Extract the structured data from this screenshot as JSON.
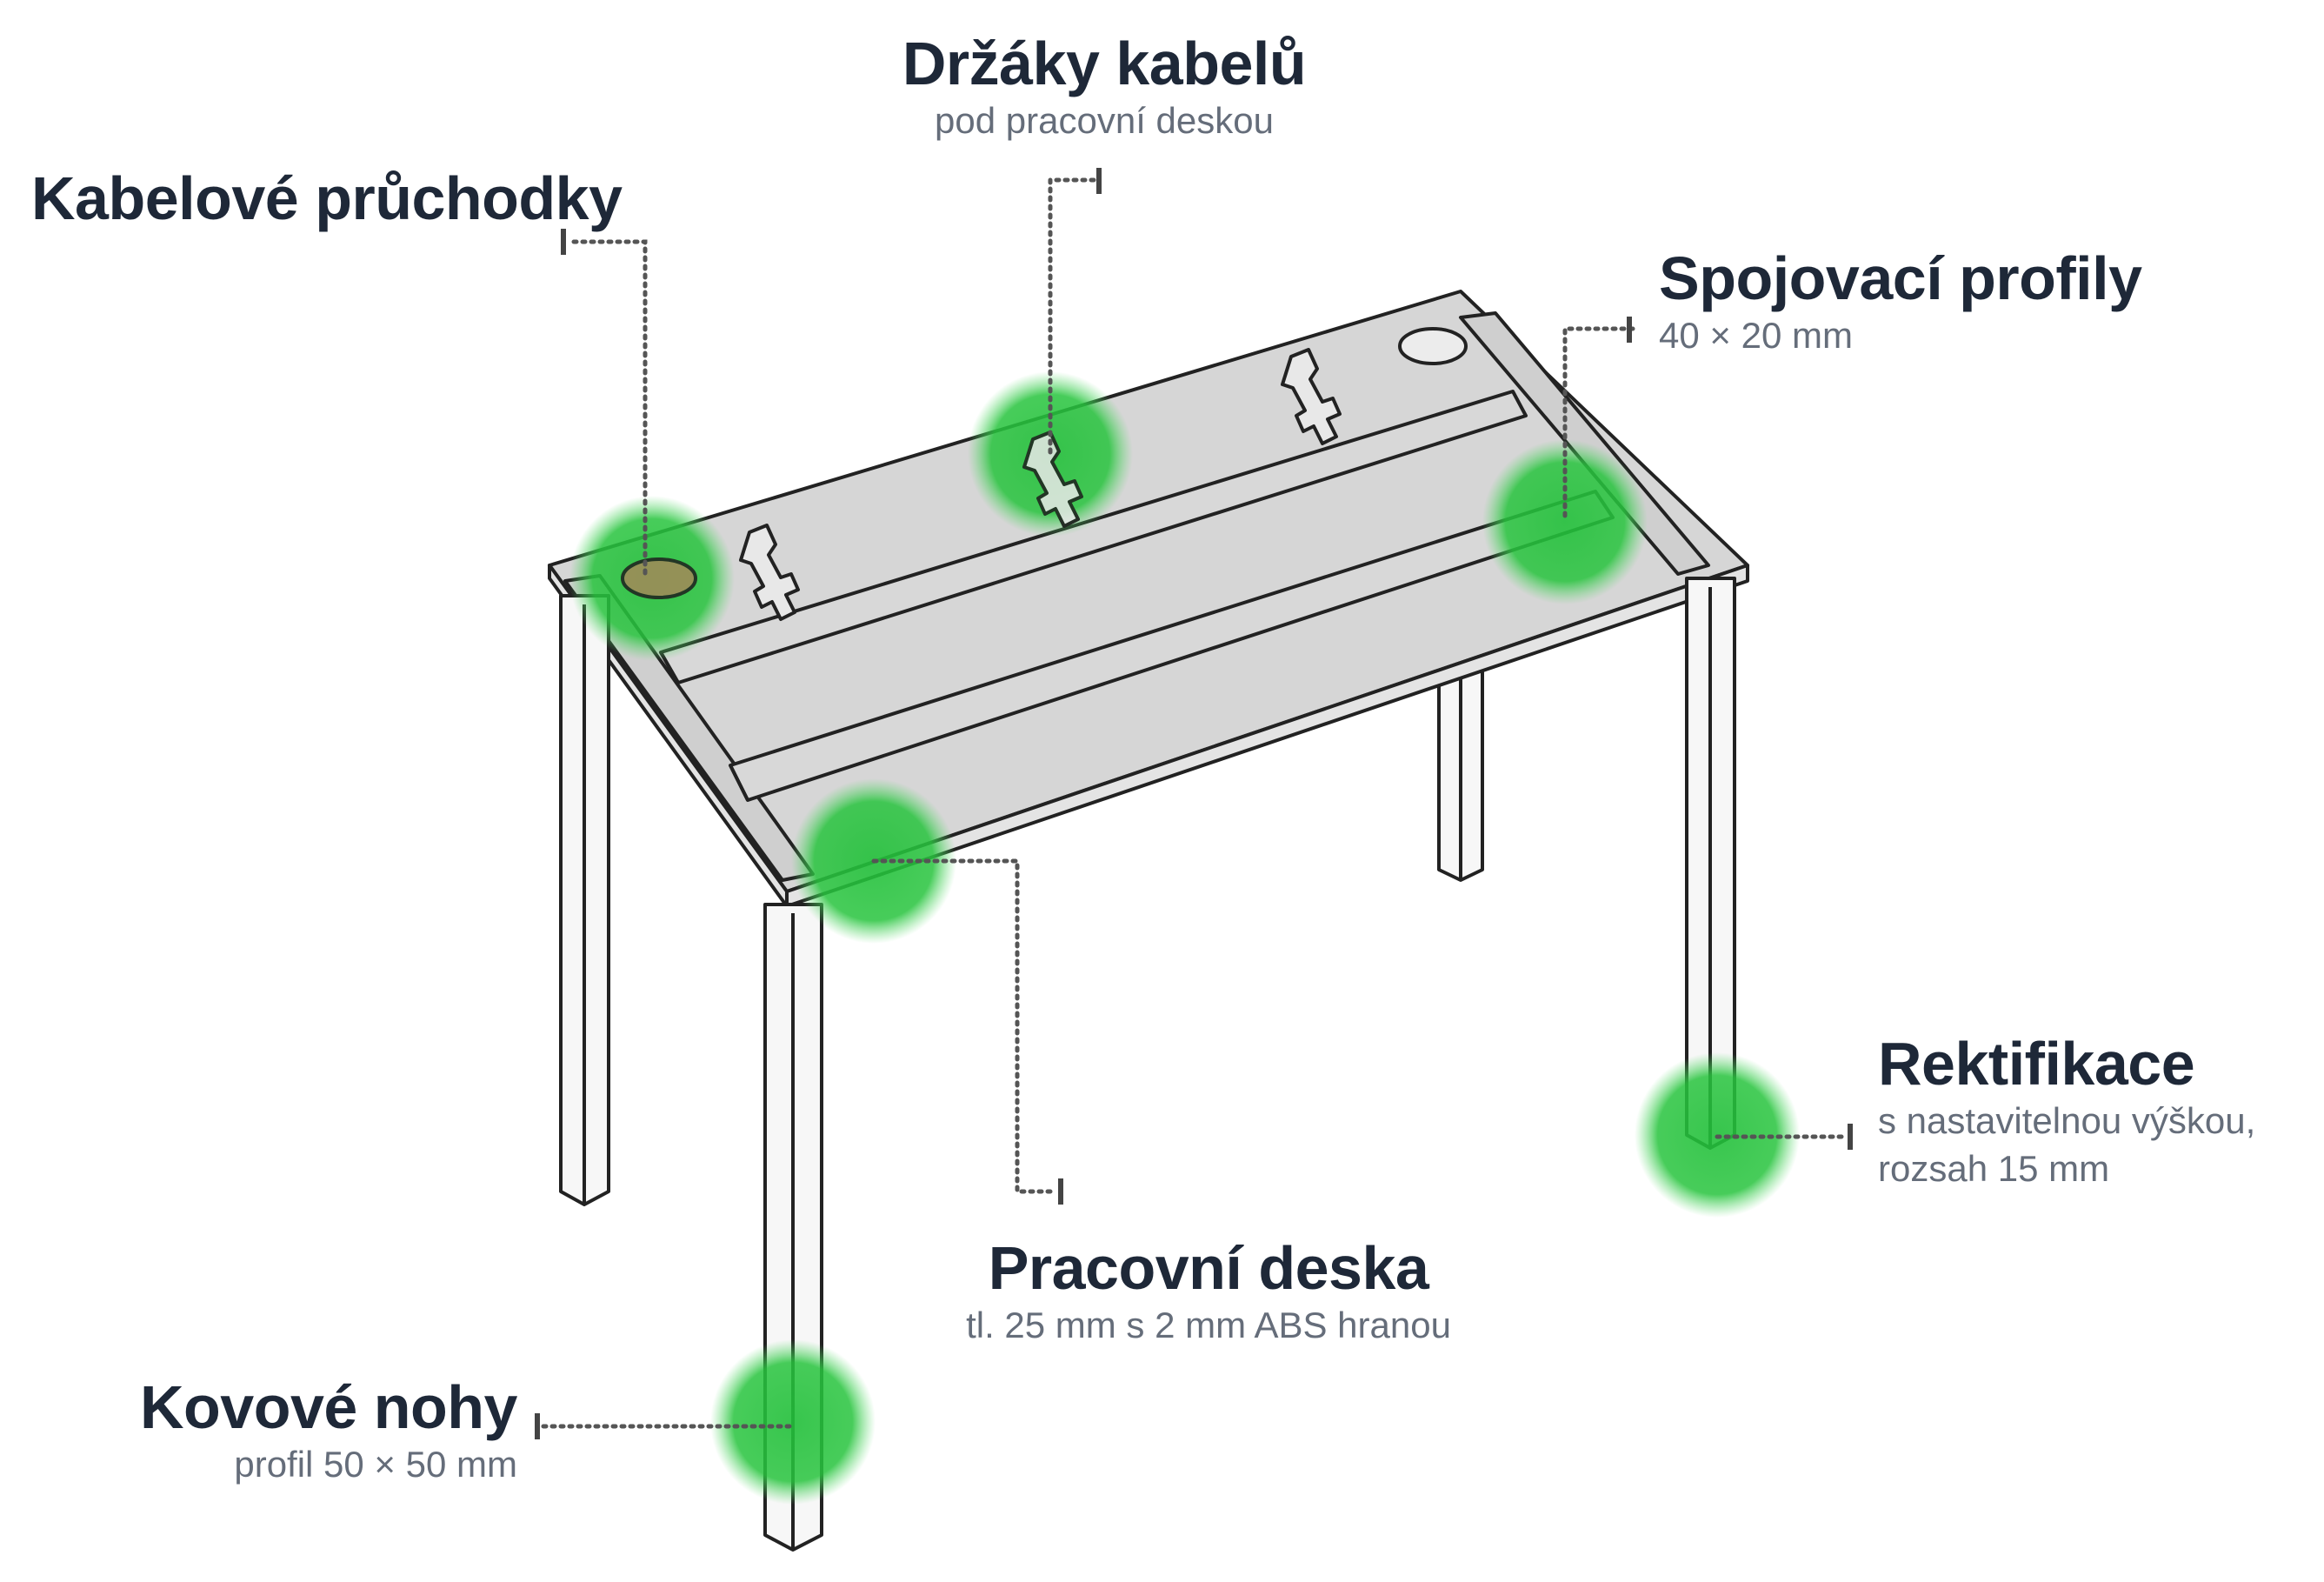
{
  "callouts": {
    "cable_holders": {
      "title": "Držáky kabelů",
      "subtitle": "pod pracovní deskou"
    },
    "cable_grommets": {
      "title": "Kabelové průchodky"
    },
    "connecting_profiles": {
      "title": "Spojovací profily",
      "subtitle": "40 × 20 mm"
    },
    "leveling": {
      "title": "Rektifikace",
      "subtitle_line1": "s nastavitelnou výškou,",
      "subtitle_line2": "rozsah 15 mm"
    },
    "worktop": {
      "title": "Pracovní deska",
      "subtitle": "tl. 25 mm s 2 mm ABS hranou"
    },
    "metal_legs": {
      "title": "Kovové nohy",
      "subtitle": "profil 50 × 50 mm"
    }
  },
  "colors": {
    "text_dark": "#1e2838",
    "text_muted": "#656d7a",
    "highlight": "#22c03a",
    "worktop_fill": "#d6d6d6",
    "outline": "#222222",
    "grommet": "#a58a5c"
  }
}
